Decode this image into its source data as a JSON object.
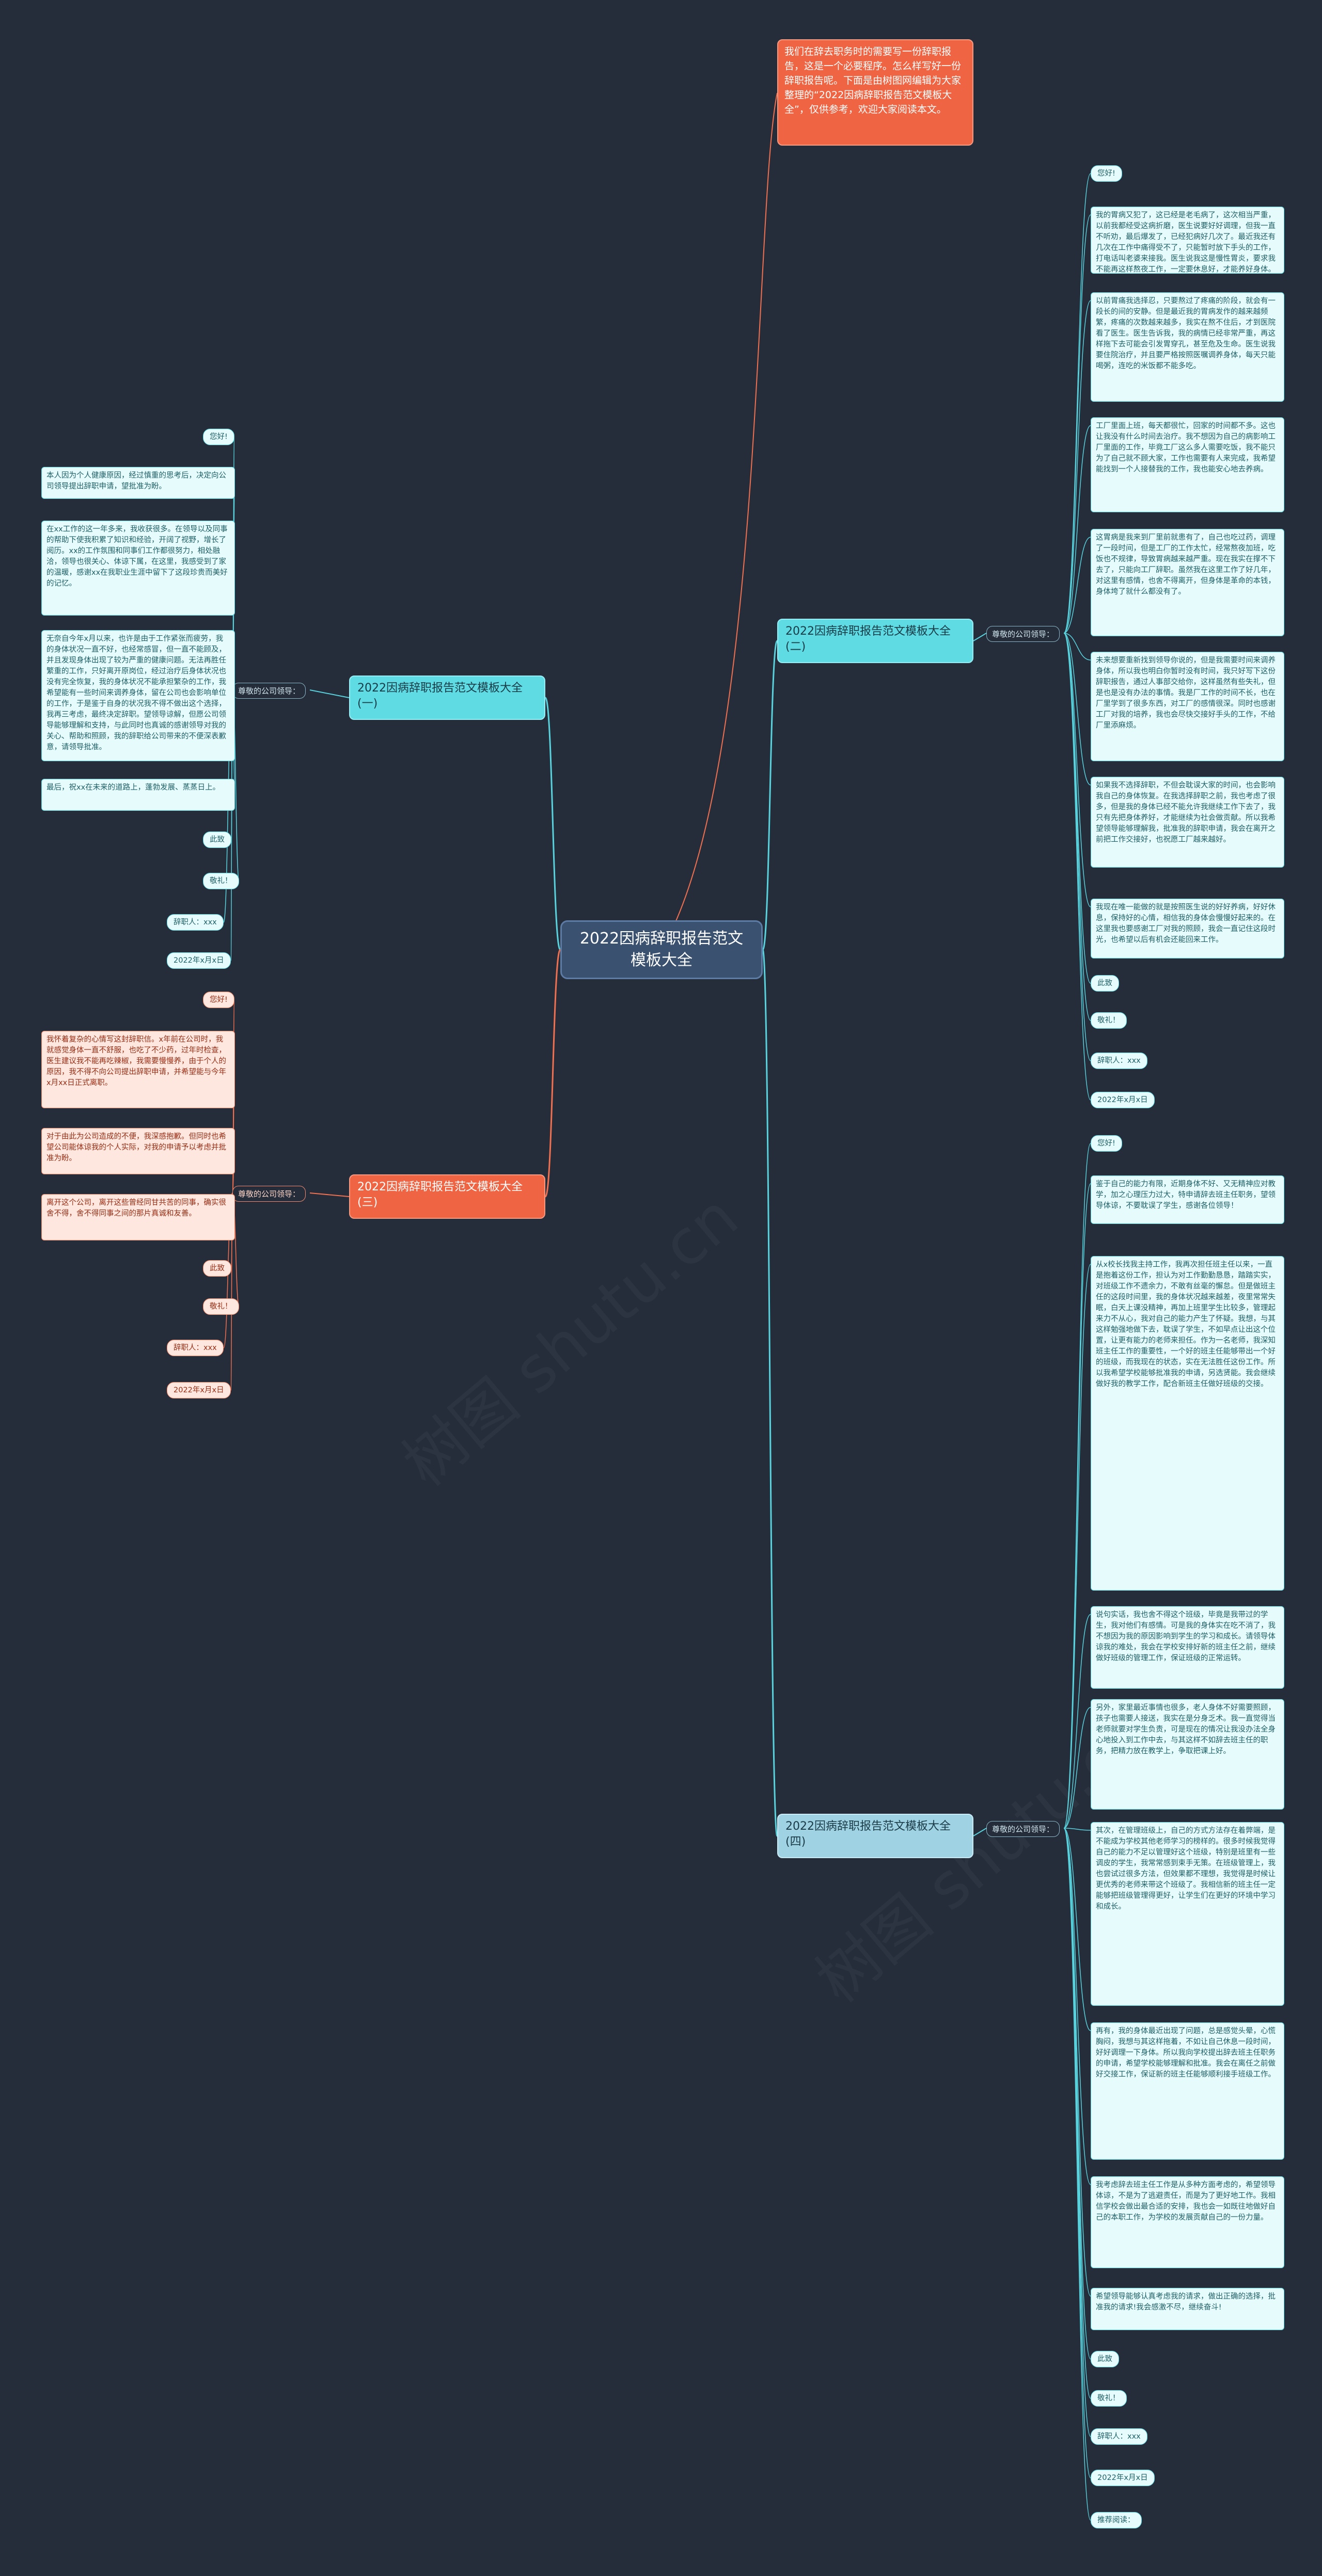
{
  "diagram": {
    "center": "2022因病辞职报告范文模板大全",
    "intro": "我们在辞去职务时的需要写一份辞职报告，这是一个必要程序。怎么样写好一份辞职报告呢。下面是由树图网编辑为大家整理的“2022因病辞职报告范文模板大全”，仅供参考，欢迎大家阅读本文。",
    "branches": [
      {
        "title": "2022因病辞职报告范文模板大全(一)",
        "connector": "尊敬的公司领导：",
        "items": [
          "您好!",
          "本人因为个人健康原因，经过慎重的思考后，决定向公司领导提出辞职申请，望批准为盼。",
          "在xx工作的这一年多来，我收获很多。在领导以及同事的帮助下使我积累了知识和经验，开阔了视野，增长了阅历。xx的工作氛围和同事们工作都很努力，相处融洽，领导也很关心、体谅下属，在这里，我感受到了家的温暖，感谢xx在我职业生涯中留下了这段珍贵而美好的记忆。",
          "无奈自今年x月以来，也许是由于工作紧张而疲劳，我的身体状况一直不好，也经常感冒，但一直不能顾及，并且发现身体出现了较为严重的健康问题。无法再胜任繁重的工作，只好离开原岗位，经过治疗后身体状况也没有完全恢复，我的身体状况不能承担繁杂的工作，我希望能有一些时间来调养身体，留在公司也会影响单位的工作，于是鉴于自身的状况我不得不做出这个选择，我再三考虑，最终决定辞职。望领导谅解，但愿公司领导能够理解和支持，与此同时也真诚的感谢领导对我的关心、帮助和照顾，我的辞职给公司带来的不便深表歉意，请领导批准。",
          "最后，祝xx在未来的道路上，蓬勃发展、蒸蒸日上。",
          "此致",
          "敬礼！",
          "辞职人：xxx",
          "2022年x月x日"
        ]
      },
      {
        "title": "2022因病辞职报告范文模板大全(二)",
        "connector": "尊敬的公司领导：",
        "items": [
          "您好!",
          "我的胃病又犯了，这已经是老毛病了，这次相当严重，以前我都经受这病折磨，医生说要好好调理，但我一直不听劝，最后爆发了，已经犯病好几次了。最近我还有几次在工作中痛得受不了，只能暂时放下手头的工作，打电话叫老婆来接我。医生说我这是慢性胃炎，要求我不能再这样熬夜工作，一定要休息好，才能养好身体。",
          "以前胃痛我选择忍，只要熬过了疼痛的阶段，就会有一段长的间的安静。但是最近我的胃病发作的越来越频繁，疼痛的次数越来越多，我实在熬不住后，才到医院看了医生。医生告诉我，我的病情已经非常严重，再这样拖下去可能会引发胃穿孔，甚至危及生命。医生说我要住院治疗，并且要严格按照医嘱调养身体，每天只能喝粥，连吃的米饭都不能多吃。",
          "工厂里面上班，每天都很忙，回家的时间都不多。这也让我没有什么时间去治疗。我不想因为自己的病影响工厂里面的工作，毕竟工厂这么多人需要吃饭，我不能只为了自己就不顾大家，工作也需要有人来完成，我希望能找到一个人接替我的工作，我也能安心地去养病。",
          "这胃病是我来到厂里前就患有了，自己也吃过药，调理了一段时间，但是工厂的工作太忙，经常熬夜加班，吃饭也不规律，导致胃病越来越严重。现在我实在撑不下去了，只能向工厂辞职。虽然我在这里工作了好几年，对这里有感情，也舍不得离开，但身体是革命的本钱，身体垮了就什么都没有了。",
          "未来想要重新找到领导你说的，但是我需要时间来调养身体，所以我也明白你暂时没有时间，我只好写下这份辞职报告，通过人事部交给你，这样虽然有些失礼，但是也是没有办法的事情。我是厂工作的时间不长，也在厂里学到了很多东西，对工厂的感情很深。同时也感谢工厂对我的培养，我也会尽快交接好手头的工作，不给厂里添麻烦。",
          "如果我不选择辞职，不但会耽误大家的时间，也会影响我自己的身体恢复。在我选择辞职之前，我也考虑了很多，但是我的身体已经不能允许我继续工作下去了，我只有先把身体养好，才能继续为社会做贡献。所以我希望领导能够理解我，批准我的辞职申请，我会在离开之前把工作交接好，也祝愿工厂越来越好。",
          "我现在唯一能做的就是按照医生说的好好养病，好好休息，保持好的心情，相信我的身体会慢慢好起来的。在这里我也要感谢工厂对我的照顾，我会一直记住这段时光，也希望以后有机会还能回来工作。",
          "此致",
          "敬礼！",
          "辞职人：xxx",
          "2022年x月x日"
        ]
      },
      {
        "title": "2022因病辞职报告范文模板大全(三)",
        "connector": "尊敬的公司领导：",
        "items": [
          "您好!",
          "我怀着复杂的心情写这封辞职信。x年前在公司时，我就感觉身体一直不舒服，也吃了不少药，过年时检查，医生建议我不能再吃辣椒，我需要慢慢养，由于个人的原因，我不得不向公司提出辞职申请，并希望能与今年x月xx日正式离职。",
          "对于由此为公司造成的不便，我深感抱歉。但同时也希望公司能体谅我的个人实际，对我的申请予以考虑并批准为盼。",
          "离开这个公司，离开这些曾经同甘共苦的同事，确实很舍不得，舍不得同事之间的那片真诚和友善。",
          "此致",
          "敬礼！",
          "辞职人：xxx",
          "2022年x月x日"
        ]
      },
      {
        "title": "2022因病辞职报告范文模板大全(四)",
        "connector": "尊敬的公司领导：",
        "items": [
          "您好!",
          "鉴于自己的能力有限，近期身体不好、又无精神应对教学，加之心理压力过大，特申请辞去班主任职务，望领导体谅，不要耽误了学生，感谢各位领导！",
          "从x校长找我主持工作，我再次担任班主任以来，一直是抱着这份工作，担认为对工作勤勤恳恳，踏踏实实，对班级工作不遗余力，不敢有丝毫的懈怠。但是做班主任的这段时间里，我的身体状况越来越差，夜里常常失眠，白天上课没精神，再加上班里学生比较多，管理起来力不从心，我对自己的能力产生了怀疑。我想，与其这样勉强地做下去，耽误了学生，不如早点让出这个位置，让更有能力的老师来担任。作为一名老师，我深知班主任工作的重要性，一个好的班主任能够带出一个好的班级，而我现在的状态，实在无法胜任这份工作。所以我希望学校能够批准我的申请，另选贤能。我会继续做好我的教学工作，配合新班主任做好班级的交接。",
          "说句实话，我也舍不得这个班级，毕竟是我带过的学生，我对他们有感情。可是我的身体实在吃不消了，我不想因为我的原因影响到学生的学习和成长。请领导体谅我的难处，我会在学校安排好新的班主任之前，继续做好班级的管理工作，保证班级的正常运转。",
          "另外，家里最近事情也很多，老人身体不好需要照顾，孩子也需要人接送，我实在是分身乏术。我一直觉得当老师就要对学生负责，可是现在的情况让我没办法全身心地投入到工作中去，与其这样不如辞去班主任的职务，把精力放在教学上，争取把课上好。",
          "其次，在管理班级上，自己的方式方法存在着弊端，是不能成为学校其他老师学习的榜样的。很多时候我觉得自己的能力不足以管理好这个班级，特别是班里有一些调皮的学生，我常常感到束手无策。在班级管理上，我也尝试过很多方法，但效果都不理想，我觉得是时候让更优秀的老师来带这个班级了。我相信新的班主任一定能够把班级管理得更好，让学生们在更好的环境中学习和成长。",
          "再有，我的身体最近出现了问题，总是感觉头晕，心慌胸闷，我想与其这样拖着，不如让自己休息一段时间，好好调理一下身体。所以我向学校提出辞去班主任职务的申请，希望学校能够理解和批准。我会在离任之前做好交接工作，保证新的班主任能够顺利接手班级工作。",
          "我考虑辞去班主任工作是从多种方面考虑的，希望领导体谅，不是为了逃避责任，而是为了更好地工作。我相信学校会做出最合适的安排，我也会一如既往地做好自己的本职工作，为学校的发展贡献自己的一份力量。",
          "希望领导能够认真考虑我的请求，做出正确的选择，批准我的请求!我会感激不尽，继续奋斗!",
          "此致",
          "敬礼！",
          "辞职人：xxx",
          "2022年x月x日",
          "推荐阅读："
        ]
      }
    ]
  },
  "colors": {
    "background": "#252d3b",
    "center": "#3a5170",
    "blue_branch": "#5fdbe4",
    "red_branch": "#ef6443",
    "line_blue": "#58d3dd",
    "line_red": "#f0704f"
  }
}
